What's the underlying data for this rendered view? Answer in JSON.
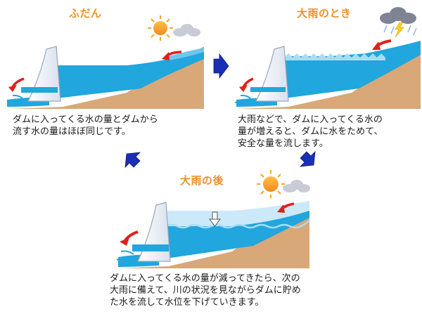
{
  "panels": {
    "normal": {
      "title": "ふだん",
      "caption": [
        "ダムに入ってくる水の量とダムから",
        "流す水の量はほぼ同じです。"
      ]
    },
    "heavy_rain": {
      "title": "大雨のとき",
      "caption": [
        "大雨などで、ダムに入ってくる水の",
        "量が増えると、ダムに水をためて、",
        "安全な量を流します。"
      ]
    },
    "after_rain": {
      "title": "大雨の後",
      "caption": [
        "ダムに入ってくる水の量が減ってきたら、次の",
        "大雨に備えて、川の状況を見ながらダムに貯め",
        "た水を流して水位を下げていきます。"
      ]
    }
  },
  "colors": {
    "water": "#21a6dd",
    "water_light": "#a9dcf3",
    "ground": "#d8a878",
    "ground_dark": "#b9875a",
    "dam": "#f4f6fa",
    "cycle_arrow": "#1a2fb4",
    "red_arrow": "#e0201a",
    "title": "#f0902a",
    "sun": "#f5a623"
  },
  "icons": [
    "sun-icon",
    "cloud-icon",
    "thunder-cloud-icon",
    "lightning-icon",
    "down-arrow-icon"
  ]
}
